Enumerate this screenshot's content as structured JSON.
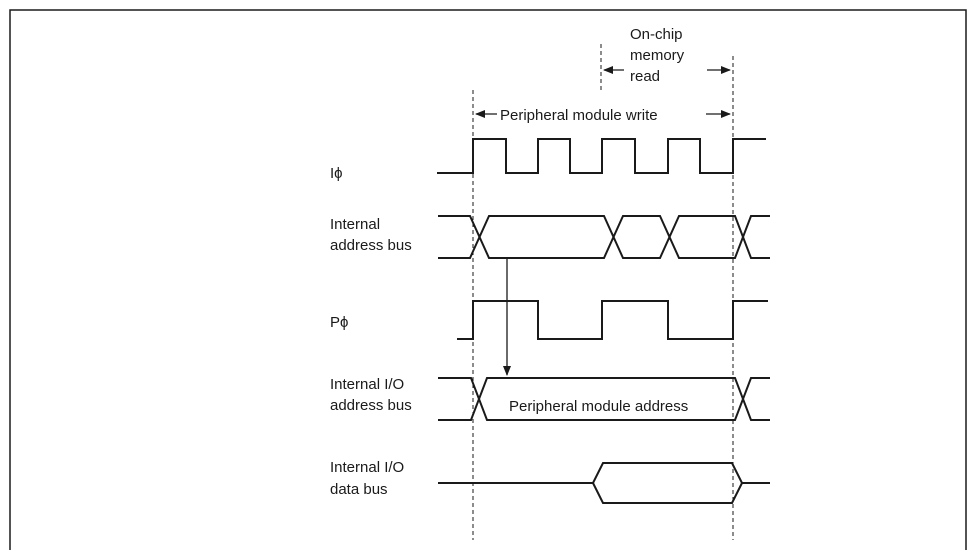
{
  "signals": [
    {
      "id": "iphi",
      "lines": [
        "Iϕ"
      ]
    },
    {
      "id": "internal-address-bus",
      "lines": [
        "Internal",
        "address bus"
      ]
    },
    {
      "id": "pphi",
      "lines": [
        "Pϕ"
      ]
    },
    {
      "id": "internal-io-address-bus",
      "lines": [
        "Internal I/O",
        "address bus"
      ]
    },
    {
      "id": "internal-io-data-bus",
      "lines": [
        "Internal I/O",
        "data bus"
      ]
    }
  ],
  "annotations": {
    "onchip_read": [
      "On-chip",
      "memory",
      "read"
    ],
    "peripheral_write": "Peripheral module write",
    "peripheral_address": "Peripheral module address"
  }
}
